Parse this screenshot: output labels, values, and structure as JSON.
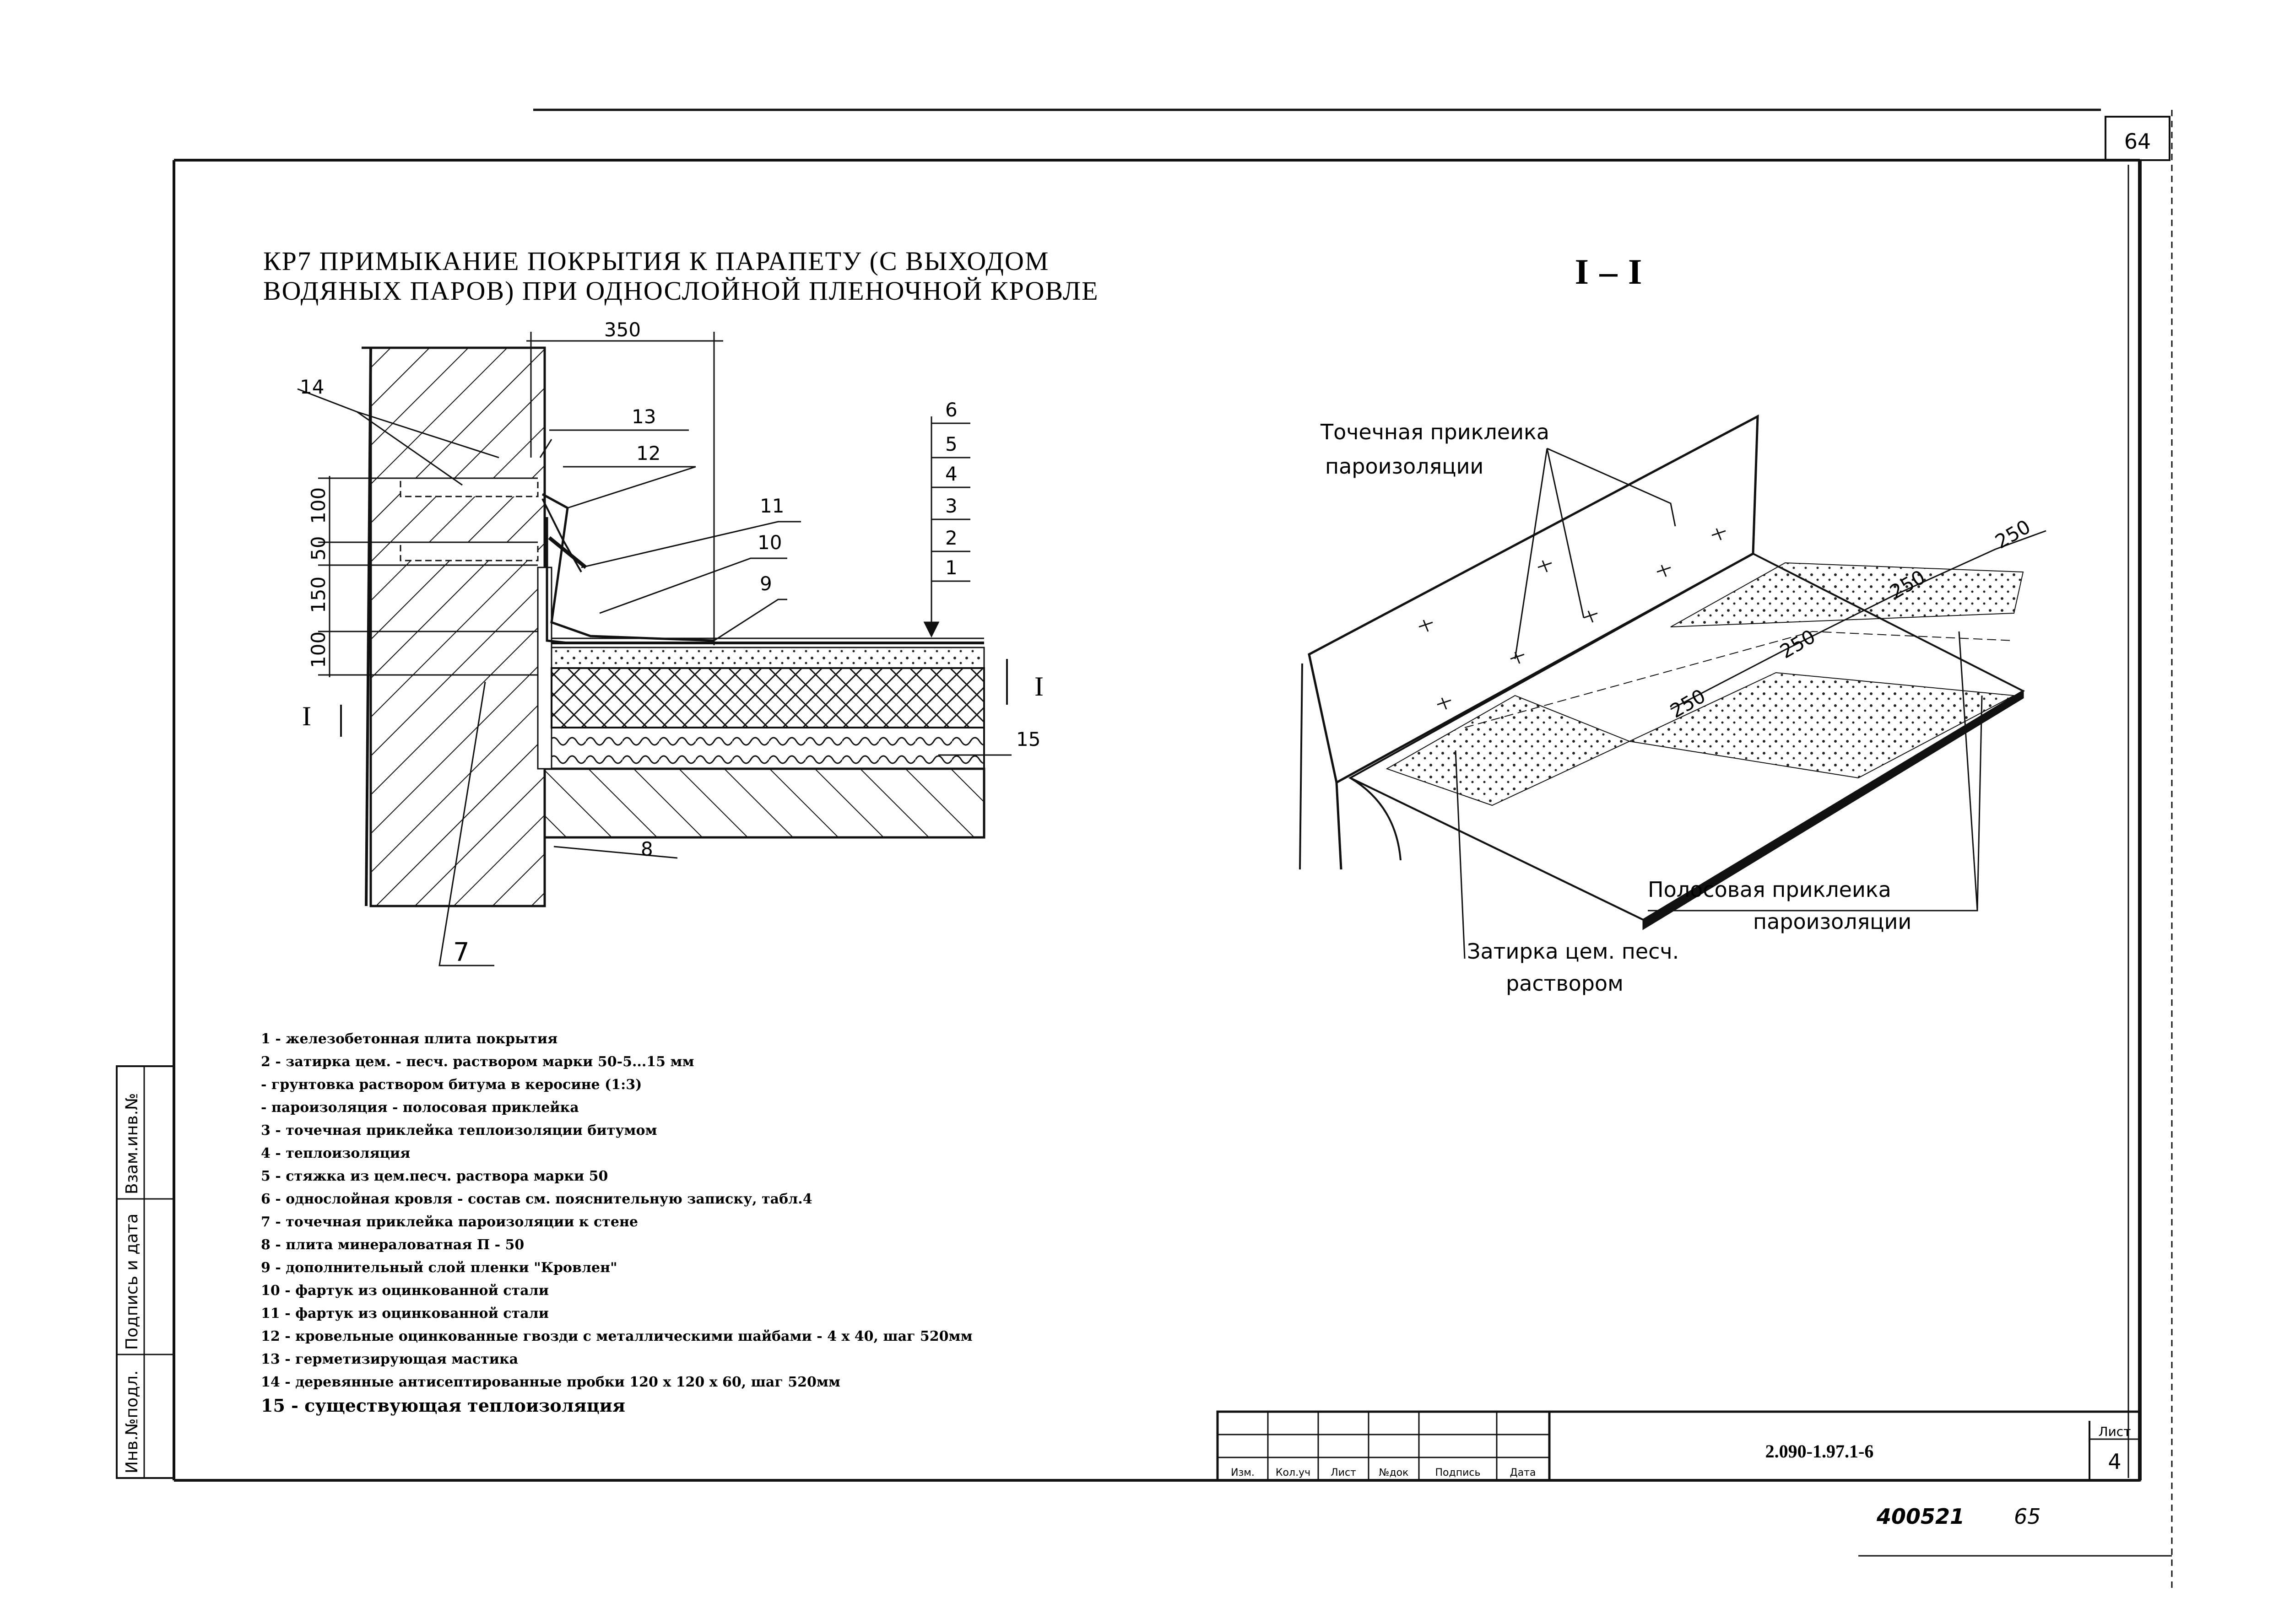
{
  "page_number": "64",
  "title_line1": "КР7  ПРИМЫКАНИЕ ПОКРЫТИЯ К ПАРАПЕТУ (С ВЫХОДОМ",
  "title_line2": "ВОДЯНЫХ ПАРОВ) ПРИ ОДНОСЛОЙНОЙ ПЛЕНОЧНОЙ КРОВЛЕ",
  "section_label": "I – I",
  "dimensions": {
    "top": "350",
    "vertical": [
      "100",
      "50",
      "150",
      "100"
    ]
  },
  "section_marks": [
    "I",
    "I"
  ],
  "callouts_left": [
    "14",
    "13",
    "12",
    "11",
    "10",
    "9",
    "15",
    "8",
    "7"
  ],
  "layer_numbers": [
    "6",
    "5",
    "4",
    "3",
    "2",
    "1"
  ],
  "iso_labels": {
    "point_glue_1": "Точечная приклеика",
    "point_glue_2": "пароизоляции",
    "strip_glue_1": "Полосовая приклеика",
    "strip_glue_2": "пароизоляции",
    "screed_1": "Затирка цем. песч.",
    "screed_2": "раствором",
    "dims": [
      "250",
      "250",
      "250",
      "250"
    ]
  },
  "notes": [
    "1 - железобетонная плита покрытия",
    "2 - затирка цем. - песч. раствором марки 50-5...15 мм",
    "  - грунтовка раствором битума в керосине (1:3)",
    "  - пароизоляция - полосовая приклейка",
    "3 - точечная приклейка теплоизоляции битумом",
    "4 - теплоизоляция",
    "5 - стяжка из цем.песч. раствора марки 50",
    "6 - однослойная кровля - состав см. пояснительную записку, табл.4",
    "7 - точечная приклейка пароизоляции к стене",
    "8 - плита минераловатная П - 50",
    "9 - дополнительный слой пленки \"Кровлен\"",
    "10 - фартук из оцинкованной стали",
    "11 - фартук из оцинкованной стали",
    "12 - кровельные оцинкованные гвозди с металлическими шайбами - 4 х 40, шаг 520мм",
    "13 - герметизирующая мастика",
    "14 - деревянные антисептированные пробки 120 х 120 х 60, шаг 520мм",
    "15 - существующая теплоизоляция"
  ],
  "side_stamp": [
    "Инв.№подл.",
    "Подпись и дата",
    "Взам.инв.№"
  ],
  "title_block": {
    "headers": [
      "Изм.",
      "Кол.уч",
      "Лист",
      "№док",
      "Подпись",
      "Дата"
    ],
    "code": "2.090-1.97.1-6",
    "sheet_label": "Лист",
    "sheet_number": "4"
  },
  "footer_handwritten": "400521",
  "footer_page": "65"
}
